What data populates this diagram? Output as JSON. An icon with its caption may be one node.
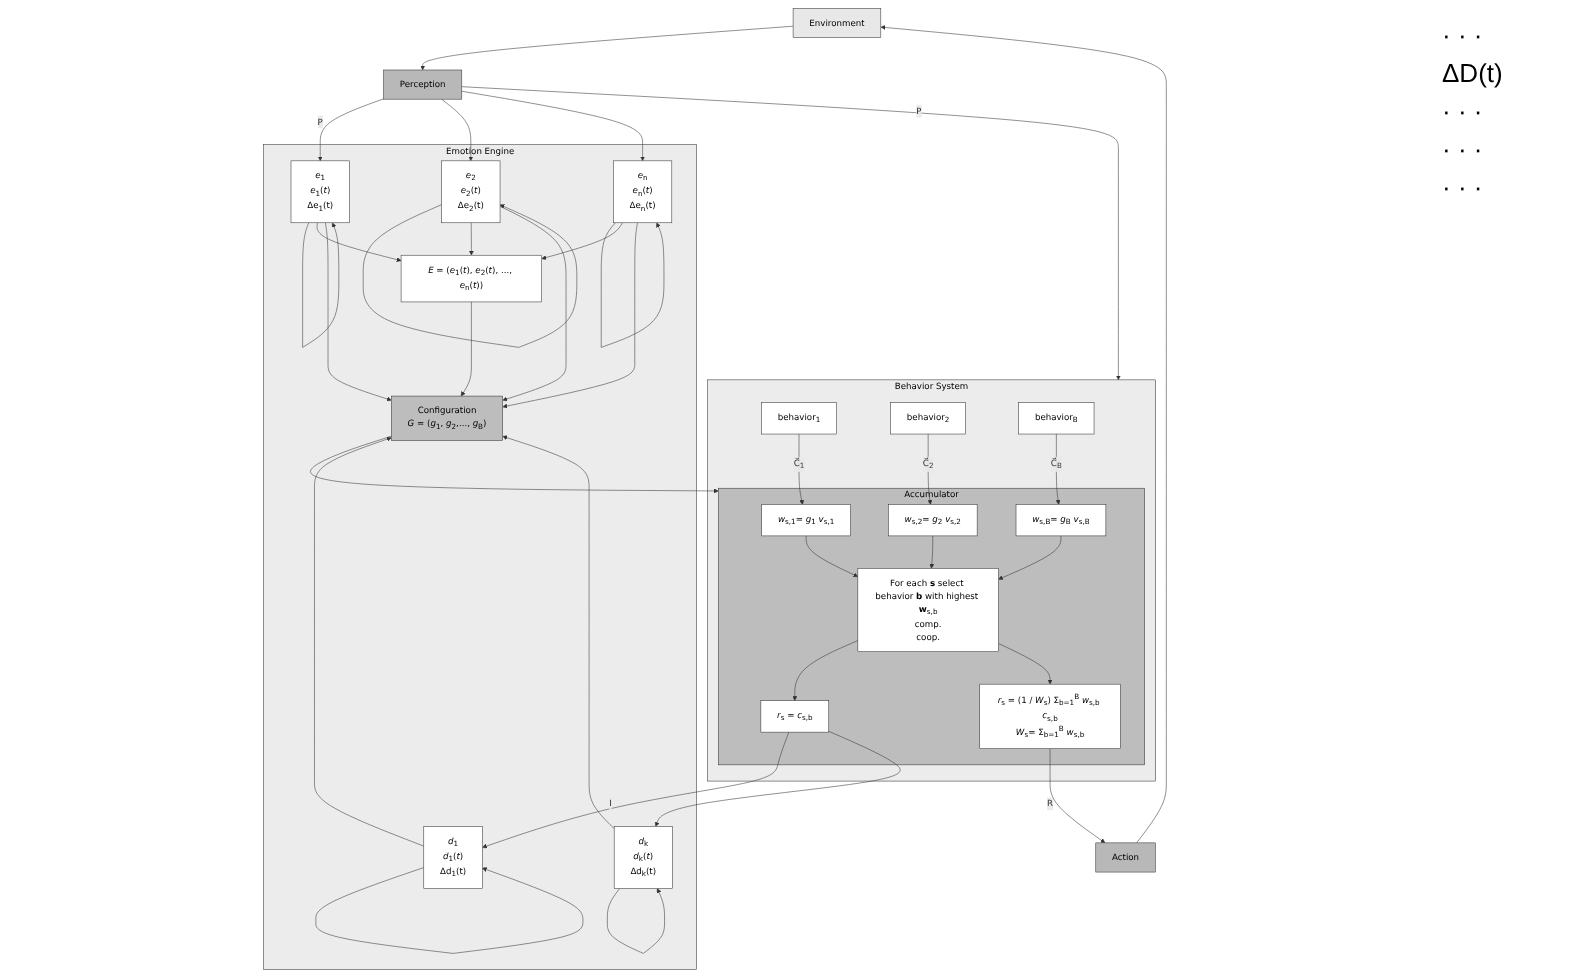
{
  "diagram": {
    "nodes": [
      {
        "text": [
          "Environment"
        ]
      },
      {
        "text": [
          "Perception"
        ]
      },
      {
        "text": [
          "Emotion Engine"
        ]
      },
      {
        "text": [
          "*e*$_{1}$",
          "*e*$_{1}$(*t*)",
          "Δe$_{1}$(t)"
        ],
        "in": 2
      },
      {
        "text": [
          "*e*$_{2}$",
          "*e*$_{2}$(*t*)",
          "Δe$_{2}$(t)"
        ],
        "in": 2
      },
      {
        "text": [
          "*e*$_{n}$",
          "*e*$_{n}$(*t*)",
          "Δe$_{n}$(t)"
        ],
        "in": 2
      },
      {
        "text": [
          "*E* = (*e*$_{1}$(*t*), *e*$_{2}$(*t*), ..., *e*$_{n}$(*t*))"
        ],
        "in": 2
      },
      {
        "text": [
          "*d*$_{1}$",
          "*d*$_{1}$(*t*)",
          "Δd$_{1}$(t)"
        ],
        "in": 2
      },
      {
        "text": [
          "*d*$_{k}$",
          "*d*$_{k}$(*t*)",
          "Δd$_{k}$(t)"
        ],
        "in": 2
      },
      {
        "text": [
          "Configuration",
          "*G* = (*g*$_{1}$, *g*$_{2}$,..., *g*$_{B}$)"
        ],
        "in": 2
      },
      {
        "text": [
          "Behavior System"
        ]
      },
      {
        "text": [
          "behavior$_{1}$"
        ],
        "in": 10
      },
      {
        "text": [
          "behavior$_{2}$"
        ],
        "in": 10
      },
      {
        "text": [
          "behavior$_{B}$"
        ],
        "in": 10
      },
      {
        "text": [
          "Accumulator"
        ],
        "in": 10
      },
      {
        "text": [
          "*w*$_{s,1}$= *g*$_{1}$ *v*$_{s,1}$"
        ],
        "in": 14
      },
      {
        "text": [
          "*w*$_{s,2}$= *g*$_{2}$ *v*$_{s,2}$"
        ],
        "in": 14
      },
      {
        "text": [
          "*w*$_{s,B}$= *g*$_{B}$ *v*$_{s,B}$"
        ],
        "in": 14
      },
      {
        "text": [
          "For each **s** select behavior **b** with highest **w**$_{s,b}$",
          "comp.",
          "coop."
        ],
        "in": 14
      },
      {
        "text": [
          "*r*$_{s}$ =  *c*$_{s,b}$"
        ],
        "in": 14
      },
      {
        "text": [
          "*r*$_{s}$ = (1 / *W*$_{s}$) Σ$_{b=1}$$^{B}$ *w*$_{s,b}$ *c*$_{s,b}$",
          "*W*$_{s}$= Σ$_{b=1}$$^{B}$ *w*$_{s,b}$"
        ],
        "in": 14
      },
      {
        "text": [
          "Action"
        ]
      }
    ],
    "edges": [
      {
        "from": 0,
        "to": 1,
        "arrow": "to"
      },
      {
        "from": 1,
        "to": 3,
        "arrow": "to",
        "label": "P"
      },
      {
        "from": 1,
        "to": 4,
        "arrow": "to"
      },
      {
        "from": 1,
        "to": 5,
        "arrow": "to"
      },
      {
        "from": 3,
        "to": 3,
        "arrow": "to"
      },
      {
        "from": 4,
        "to": 4,
        "arrow": "to"
      },
      {
        "from": 5,
        "to": 5,
        "arrow": "to"
      },
      {
        "from": 3,
        "to": 6,
        "arrow": "to"
      },
      {
        "from": 4,
        "to": 6,
        "arrow": "to"
      },
      {
        "from": 5,
        "to": 6,
        "arrow": "to"
      },
      {
        "from": 3,
        "to": 9,
        "arrow": "to"
      },
      {
        "from": 4,
        "to": 9,
        "arrow": "to"
      },
      {
        "from": 5,
        "to": 9,
        "arrow": "to"
      },
      {
        "from": 7,
        "to": 7,
        "arrow": "to"
      },
      {
        "from": 8,
        "to": 8,
        "arrow": "to"
      },
      {
        "from": 7,
        "to": 9,
        "arrow": "to"
      },
      {
        "from": 8,
        "to": 9,
        "arrow": "to"
      },
      {
        "from": 6,
        "to": 9,
        "arrow": "to"
      },
      {
        "from": 9,
        "to": 14,
        "arrow": "to"
      },
      {
        "from": 1,
        "to": 10,
        "arrow": "to",
        "label": "P"
      },
      {
        "from": 11,
        "to": 15,
        "arrow": "to",
        "label": "C⃗$_{1}$"
      },
      {
        "from": 12,
        "to": 16,
        "arrow": "to",
        "label": "C⃗$_{2}$"
      },
      {
        "from": 13,
        "to": 17,
        "arrow": "to",
        "label": "C⃗$_{B}$"
      },
      {
        "from": 15,
        "to": 18,
        "arrow": "to"
      },
      {
        "from": 16,
        "to": 18,
        "arrow": "to"
      },
      {
        "from": 17,
        "to": 18,
        "arrow": "to"
      },
      {
        "from": 18,
        "to": 19,
        "arrow": "to"
      },
      {
        "from": 18,
        "to": 20,
        "arrow": "to"
      },
      {
        "from": 19,
        "to": 7,
        "arrow": "to",
        "label": "I"
      },
      {
        "from": 19,
        "to": 8,
        "arrow": "to"
      },
      {
        "from": 20,
        "to": 21,
        "arrow": "to",
        "label": "R"
      },
      {
        "from": 21,
        "to": 0,
        "arrow": "to"
      }
    ],
    "labels": [
      "· · ·",
      "ΔD(t)",
      "· · ·",
      "· · ·",
      "· · ·"
    ]
  }
}
